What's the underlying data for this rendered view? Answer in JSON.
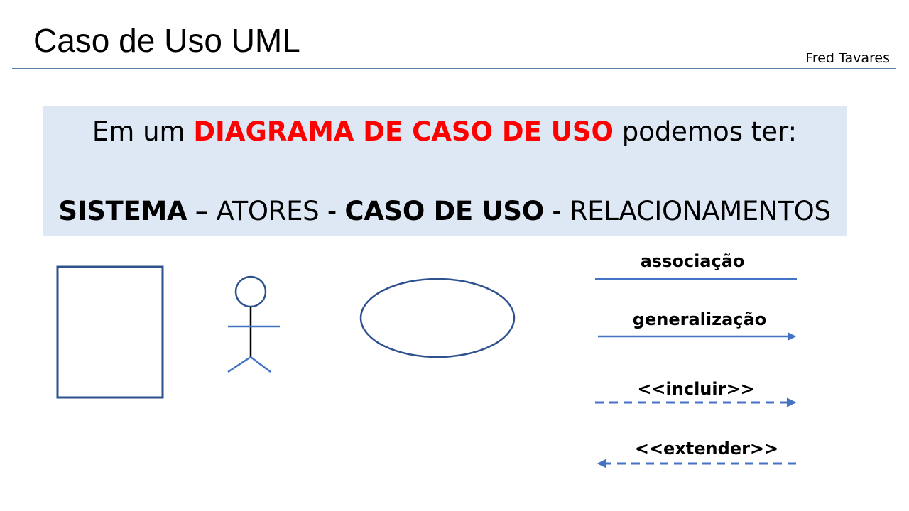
{
  "header": {
    "title": "Caso de Uso UML",
    "author": "Fred Tavares"
  },
  "banner": {
    "line1": {
      "prefix": "Em um ",
      "highlight": "DIAGRAMA DE CASO DE USO",
      "suffix": " podemos ter:"
    },
    "line2": {
      "sistema": "SISTEMA",
      "sep1": " – ",
      "atores": "ATORES",
      "sep2": " - ",
      "caso_de_uso": "CASO DE USO",
      "sep3": " - ",
      "relacionamentos": "RELACIONAMENTOS"
    }
  },
  "relationships": {
    "associacao": "associação",
    "generalizacao": "generalização",
    "incluir": "<<incluir>>",
    "extender": "<<extender>>"
  },
  "colors": {
    "shape_stroke": "#2f528f",
    "line_blue": "#4472c4",
    "banner_bg": "#dde8f4",
    "highlight_red": "#ff0000"
  }
}
